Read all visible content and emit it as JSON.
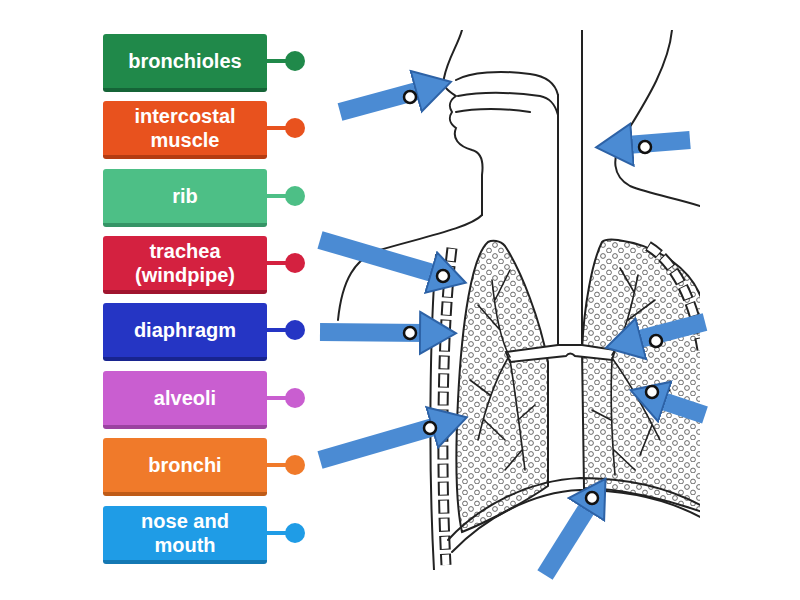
{
  "diagram": {
    "nodes": [
      {
        "text": [
          "bronchioles"
        ]
      },
      {
        "text": [
          "intercostal muscle"
        ]
      },
      {
        "text": [
          "rib"
        ]
      },
      {
        "text": [
          "trachea (windpipe)"
        ]
      },
      {
        "text": [
          "diaphragm"
        ]
      },
      {
        "text": [
          "alveoli"
        ]
      },
      {
        "text": [
          "bronchi"
        ]
      },
      {
        "text": [
          "nose and mouth"
        ]
      }
    ]
  }
}
